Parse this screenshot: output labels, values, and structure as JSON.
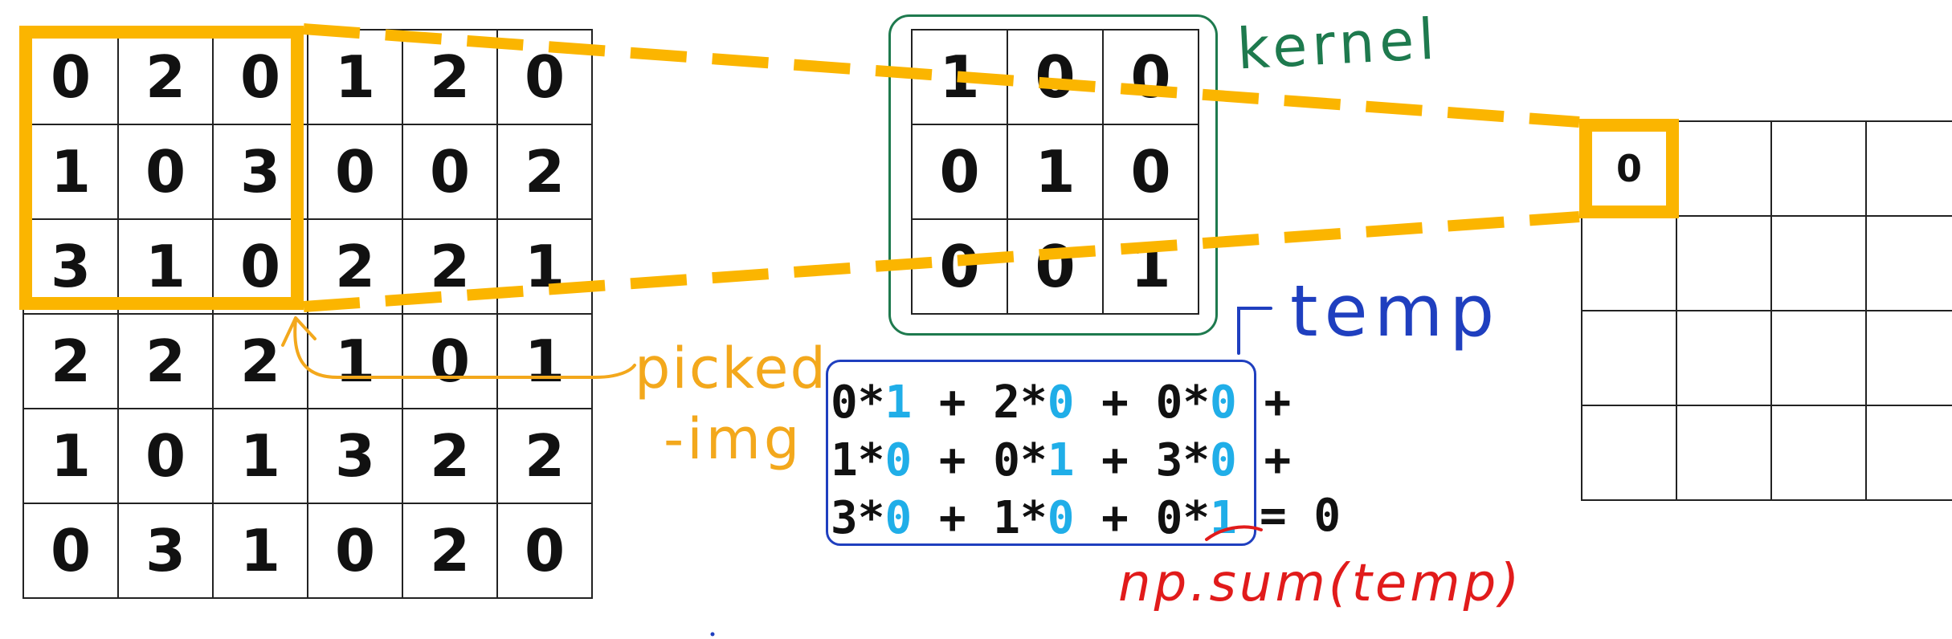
{
  "input_image": {
    "rows": [
      [
        "0",
        "2",
        "0",
        "1",
        "2",
        "0"
      ],
      [
        "1",
        "0",
        "3",
        "0",
        "0",
        "2"
      ],
      [
        "3",
        "1",
        "0",
        "2",
        "2",
        "1"
      ],
      [
        "2",
        "2",
        "2",
        "1",
        "0",
        "1"
      ],
      [
        "1",
        "0",
        "1",
        "3",
        "2",
        "2"
      ],
      [
        "0",
        "3",
        "1",
        "0",
        "2",
        "0"
      ]
    ],
    "window_size": 3
  },
  "kernel": {
    "label": "kernel",
    "rows": [
      [
        "1",
        "0",
        "0"
      ],
      [
        "0",
        "1",
        "0"
      ],
      [
        "0",
        "0",
        "1"
      ]
    ]
  },
  "output": {
    "rows": [
      [
        "0",
        "",
        "",
        ""
      ],
      [
        "",
        "",
        "",
        ""
      ],
      [
        "",
        "",
        "",
        ""
      ],
      [
        "",
        "",
        "",
        ""
      ]
    ]
  },
  "annotations": {
    "picked_line1": "picked",
    "picked_line2": "-img",
    "temp": "temp",
    "np_sum": "np.sum(temp)"
  },
  "formula": {
    "lines": [
      [
        [
          "0*",
          " "
        ],
        [
          "1",
          "k"
        ],
        [
          " + 2*",
          " "
        ],
        [
          "0",
          "k"
        ],
        [
          " + 0*",
          " "
        ],
        [
          "0",
          "k"
        ],
        [
          " +",
          " "
        ]
      ],
      [
        [
          "1*",
          " "
        ],
        [
          "0",
          "k"
        ],
        [
          " + 0*",
          " "
        ],
        [
          "1",
          "k"
        ],
        [
          " + 3*",
          " "
        ],
        [
          "0",
          "k"
        ],
        [
          " +",
          " "
        ]
      ],
      [
        [
          "3*",
          " "
        ],
        [
          "0",
          "k"
        ],
        [
          " + 1*",
          " "
        ],
        [
          "0",
          "k"
        ],
        [
          " + 0*",
          " "
        ],
        [
          "1",
          "k"
        ]
      ]
    ],
    "result": "= 0"
  },
  "colors": {
    "highlight": "#FBB500",
    "kernel_frame": "#1e7a4e",
    "temp_frame": "#1f3fbf",
    "kernel_value": "#20aee8",
    "np_sum": "#e11b1b",
    "picked": "#f3a81c"
  }
}
